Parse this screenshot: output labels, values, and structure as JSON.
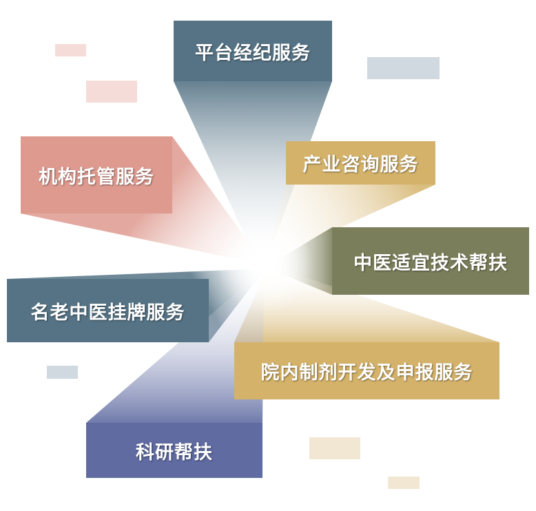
{
  "colors": {
    "blue_slate": "#557385",
    "salmon": "#de9a8f",
    "gold": "#d4b26a",
    "olive": "#7b7e5a",
    "indigo": "#5f6ba1"
  },
  "services": [
    {
      "id": "platform",
      "label": "平台经纪服务"
    },
    {
      "id": "institution",
      "label": "机构托管服务"
    },
    {
      "id": "industry",
      "label": "产业咨询服务"
    },
    {
      "id": "tcm_tech",
      "label": "中医适宜技术帮扶"
    },
    {
      "id": "famous_doctor",
      "label": "名老中医挂牌服务"
    },
    {
      "id": "hospital_prep",
      "label": "院内制剂开发及申报服务"
    },
    {
      "id": "research",
      "label": "科研帮扶"
    }
  ]
}
